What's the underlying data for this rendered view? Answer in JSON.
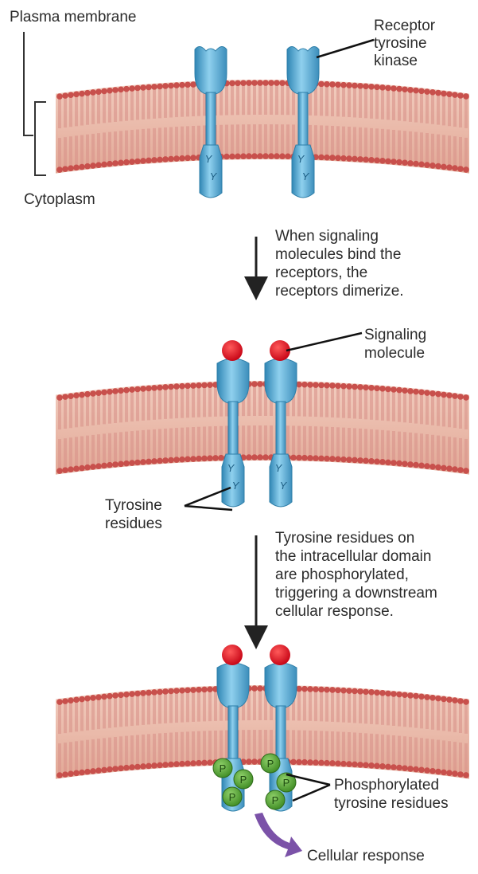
{
  "labels": {
    "plasma_membrane": "Plasma membrane",
    "receptor_line1": "Receptor",
    "receptor_line2": "tyrosine",
    "receptor_line3": "kinase",
    "cytoplasm": "Cytoplasm",
    "step1_line1": "When signaling",
    "step1_line2": "molecules bind the",
    "step1_line3": "receptors, the",
    "step1_line4": "receptors dimerize.",
    "signaling_line1": "Signaling",
    "signaling_line2": "molecule",
    "tyrosine_line1": "Tyrosine",
    "tyrosine_line2": "residues",
    "step2_line1": "Tyrosine residues on",
    "step2_line2": "the intracellular domain",
    "step2_line3": "are phosphorylated,",
    "step2_line4": "triggering a downstream",
    "step2_line5": "cellular response.",
    "phospho_line1": "Phosphorylated",
    "phospho_line2": "tyrosine residues",
    "cellular_response": "Cellular response"
  },
  "phosphate_symbol": "P",
  "tyrosine_symbol": "Y",
  "colors": {
    "lipid_head": "#c8504c",
    "lipid_tail": "#e9b8a6",
    "receptor": "#5aaed4",
    "receptor_dark": "#2f7fa9",
    "signal": "#e0101e",
    "phosphate": "#5aa83a",
    "arrow": "#222222",
    "response_arrow": "#7b52a8"
  }
}
